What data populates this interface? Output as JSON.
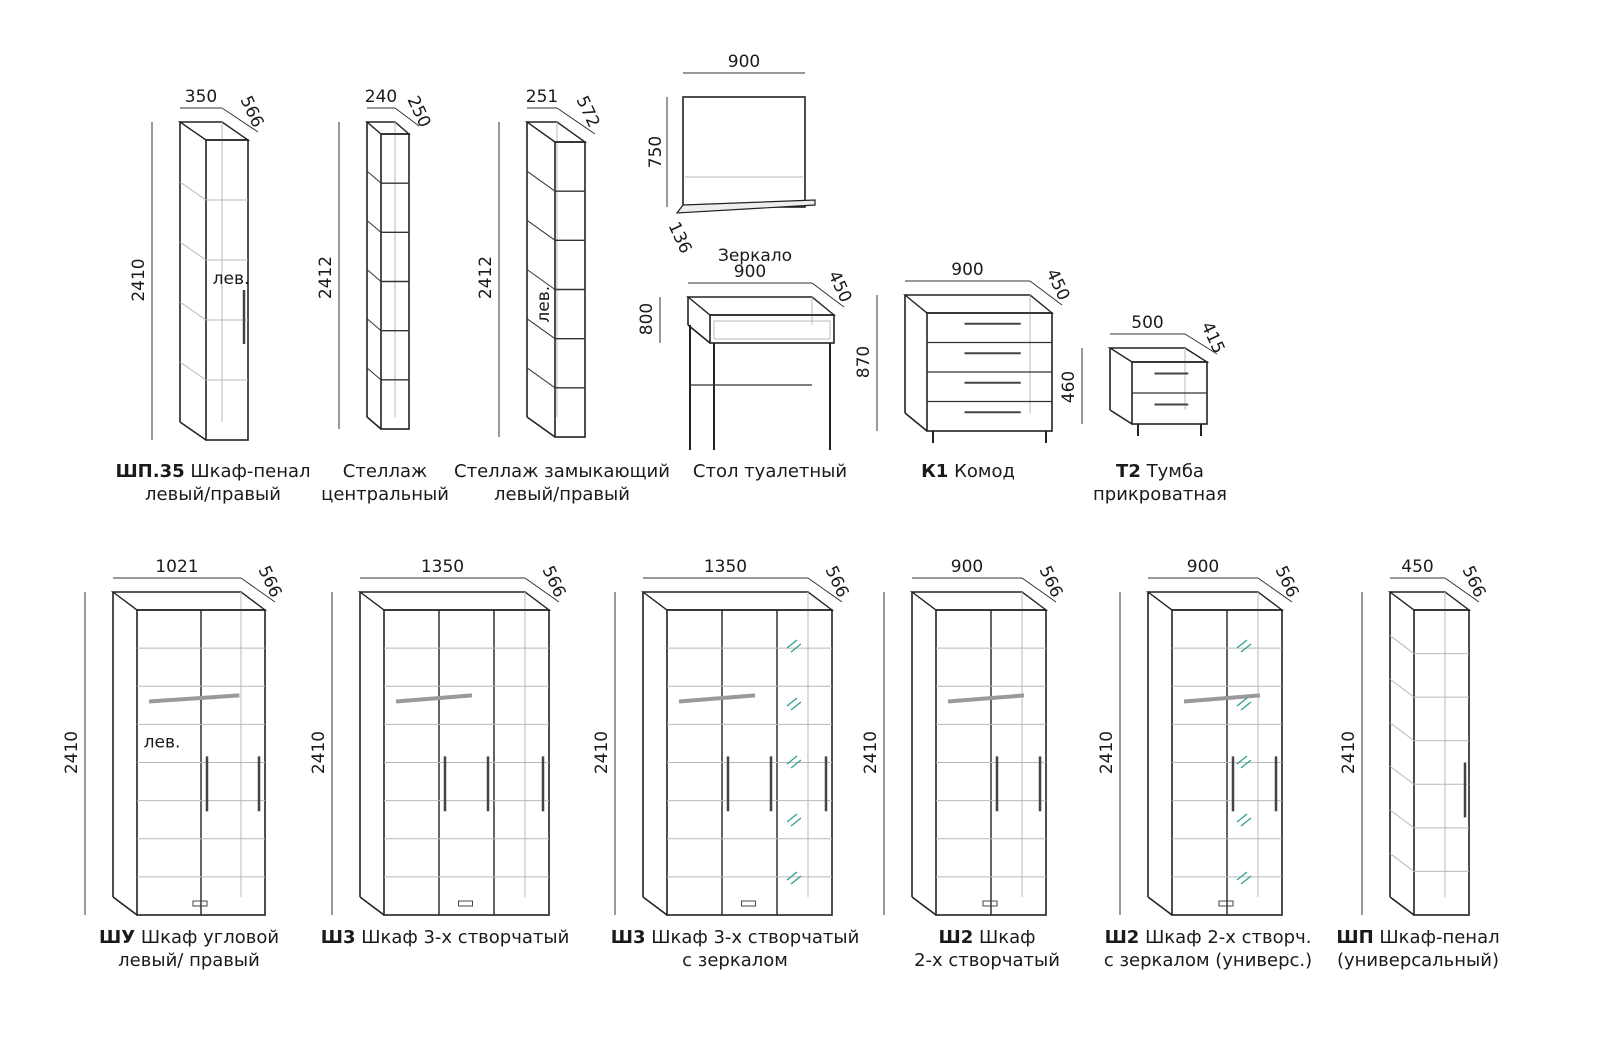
{
  "items": [
    {
      "code": "ШП.35",
      "line1": "Шкаф-пенал",
      "line2": "левый/правый",
      "dims": {
        "w": "350",
        "d": "566",
        "h": "2410"
      },
      "note": "лев."
    },
    {
      "code": "",
      "line1": "Стеллаж",
      "line2": "центральный",
      "dims": {
        "w": "240",
        "d": "250",
        "h": "2412"
      }
    },
    {
      "code": "",
      "line1": "Стеллаж замыкающий",
      "line2": "левый/правый",
      "dims": {
        "w": "251",
        "d": "572",
        "h": "2412"
      },
      "note": "лев."
    },
    {
      "code": "",
      "line1": "Зеркало",
      "line2": "",
      "dims": {
        "w": "900",
        "d": "136",
        "h": "750"
      }
    },
    {
      "code": "",
      "line1": "Стол туалетный",
      "line2": "",
      "dims": {
        "w": "900",
        "d": "450",
        "h": "800"
      }
    },
    {
      "code": "К1",
      "line1": "Комод",
      "line2": "",
      "dims": {
        "w": "900",
        "d": "450",
        "h": "870"
      }
    },
    {
      "code": "Т2",
      "line1": "Тумба",
      "line2": "прикроватная",
      "dims": {
        "w": "500",
        "d": "415",
        "h": "460"
      }
    },
    {
      "code": "ШУ",
      "line1": "Шкаф угловой",
      "line2": "левый/ правый",
      "dims": {
        "w": "1021",
        "d": "566",
        "h": "2410"
      },
      "note": "лев."
    },
    {
      "code": "Ш3",
      "line1": "Шкаф 3-х створчатый",
      "line2": "",
      "dims": {
        "w": "1350",
        "d": "566",
        "h": "2410"
      }
    },
    {
      "code": "Ш3",
      "line1": "Шкаф 3-х створчатый",
      "line2": "с зеркалом",
      "dims": {
        "w": "1350",
        "d": "566",
        "h": "2410"
      }
    },
    {
      "code": "Ш2",
      "line1": "Шкаф",
      "line2": "2-х створчатый",
      "dims": {
        "w": "900",
        "d": "566",
        "h": "2410"
      }
    },
    {
      "code": "Ш2",
      "line1": "Шкаф 2-х створч.",
      "line2": "с зеркалом (универс.)",
      "dims": {
        "w": "900",
        "d": "566",
        "h": "2410"
      }
    },
    {
      "code": "ШП",
      "line1": "Шкаф-пенал",
      "line2": "(универсальный)",
      "dims": {
        "w": "450",
        "d": "566",
        "h": "2410"
      }
    }
  ]
}
